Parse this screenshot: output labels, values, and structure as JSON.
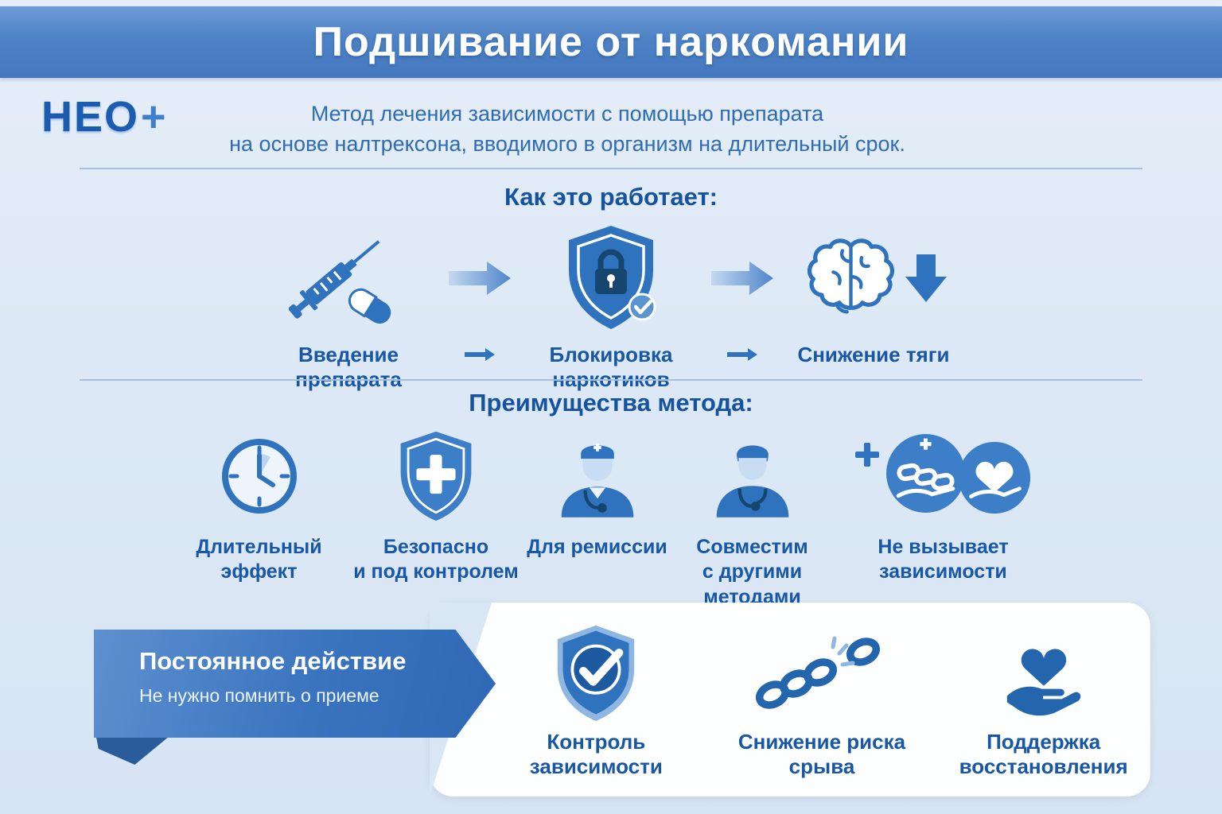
{
  "colors": {
    "header_bg": "#4d82c6",
    "page_bg": "#dde9f6",
    "heading_blue": "#15539f",
    "label_blue": "#1857a5",
    "icon_blue": "#2f72bd",
    "icon_dark_blue": "#16456f",
    "icon_light_blue": "#8db6e2"
  },
  "header": {
    "title": "Подшивание от наркомании"
  },
  "intro": {
    "logo_text": "НЕО",
    "logo_plus": "+",
    "line1": "Метод лечения зависимости с помощью препарата",
    "line2": "на основе налтрексона, вводимого в организм на длительный срок."
  },
  "how_it_works": {
    "heading": "Как это работает:",
    "steps": [
      {
        "icon": "syringe-capsule-icon",
        "label": "Введение препарата"
      },
      {
        "icon": "shield-lock-icon",
        "label": "Блокировка наркотиков"
      },
      {
        "icon": "brain-decrease-icon",
        "label": "Снижение тяги"
      }
    ]
  },
  "advantages": {
    "heading": "Преимущества метода:",
    "items": [
      {
        "icon": "clock-icon",
        "label": "Длительный эффект"
      },
      {
        "icon": "shield-cross-icon",
        "label": "Безопасно\nи под контролем"
      },
      {
        "icon": "doctor-icon",
        "label": "Для ремиссии"
      },
      {
        "icon": "doctor-stethoscope-icon",
        "label": "Совместим\nс другими\nметодами"
      },
      {
        "icon": "chain-heart-hands-icon",
        "label": "Не вызывает\nзависимости"
      }
    ]
  },
  "bottom": {
    "ribbon_title": "Постоянное действие",
    "ribbon_subtitle": "Не нужно помнить о приеме",
    "items": [
      {
        "icon": "shield-check-icon",
        "label": "Контроль зависимости"
      },
      {
        "icon": "broken-chain-icon",
        "label": "Снижение риска срыва"
      },
      {
        "icon": "hand-heart-icon",
        "label": "Поддержка\nвосстановления"
      }
    ]
  }
}
